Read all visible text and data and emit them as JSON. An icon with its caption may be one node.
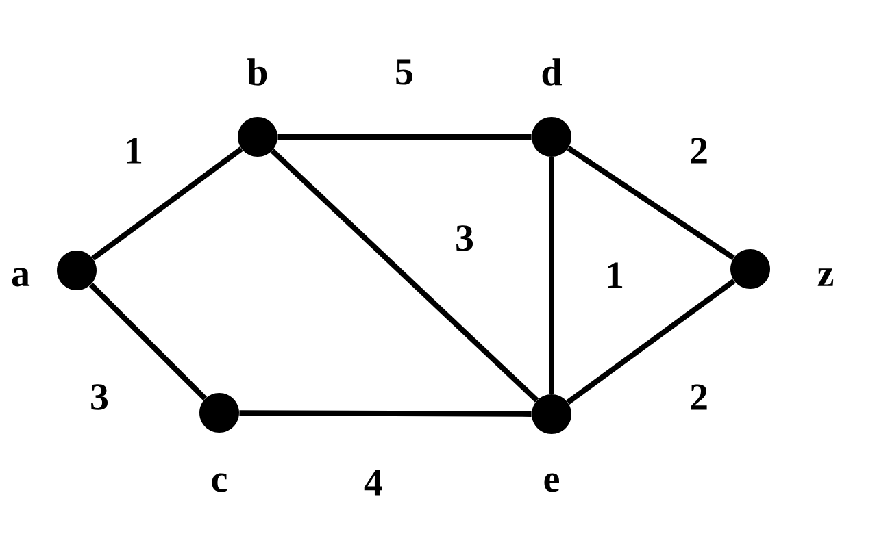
{
  "diagram": {
    "nodes": [
      {
        "text": [
          "a"
        ]
      },
      {
        "text": [
          "b"
        ]
      },
      {
        "text": [
          "c"
        ]
      },
      {
        "text": [
          "d"
        ]
      },
      {
        "text": [
          "e"
        ]
      },
      {
        "text": [
          "z"
        ]
      }
    ],
    "edges": [
      {
        "from": 0,
        "to": 1,
        "arrow": "none",
        "label": "1"
      },
      {
        "from": 0,
        "to": 2,
        "arrow": "none",
        "label": "3"
      },
      {
        "from": 1,
        "to": 3,
        "arrow": "none",
        "label": "5"
      },
      {
        "from": 1,
        "to": 4,
        "arrow": "none",
        "label": "3"
      },
      {
        "from": 3,
        "to": 4,
        "arrow": "none",
        "label": "1"
      },
      {
        "from": 3,
        "to": 5,
        "arrow": "none",
        "label": "2"
      },
      {
        "from": 2,
        "to": 4,
        "arrow": "none",
        "label": "4"
      },
      {
        "from": 4,
        "to": 5,
        "arrow": "none",
        "label": "2"
      }
    ]
  }
}
